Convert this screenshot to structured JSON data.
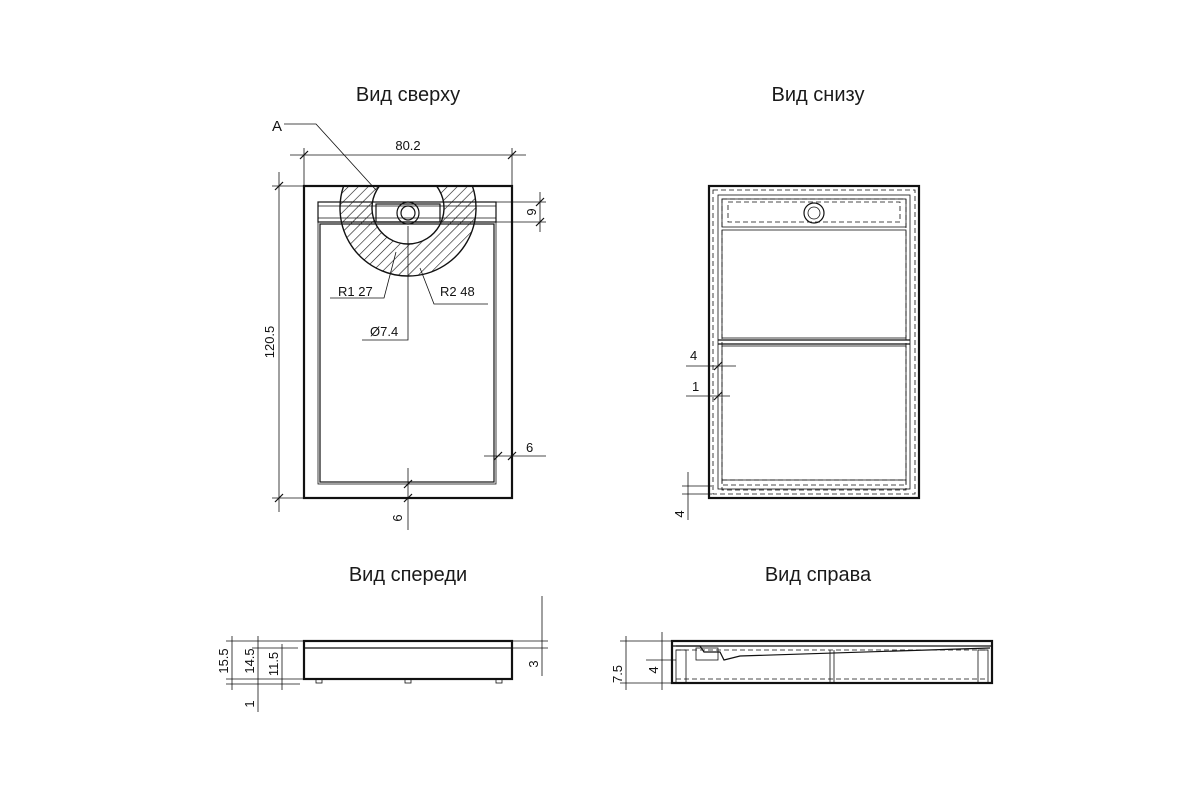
{
  "views": {
    "top": {
      "title": "Вид сверху",
      "callout": "A",
      "width": "80.2",
      "length": "120.5",
      "gutter": "9",
      "r1": "R1 27",
      "r2": "R2 48",
      "drain_diameter": "Ø7.4",
      "side_rim": "6",
      "bottom_rim": "6"
    },
    "bottom": {
      "title": "Вид снизу",
      "dim_4": "4",
      "dim_1": "1",
      "dim_4b": "4"
    },
    "front": {
      "title": "Вид спереди",
      "h_15_5": "15.5",
      "h_14_5": "14.5",
      "h_11_5": "11.5",
      "h_1": "1",
      "h_3": "3"
    },
    "right": {
      "title": "Вид справа",
      "h_7_5": "7.5",
      "h_4": "4"
    }
  }
}
